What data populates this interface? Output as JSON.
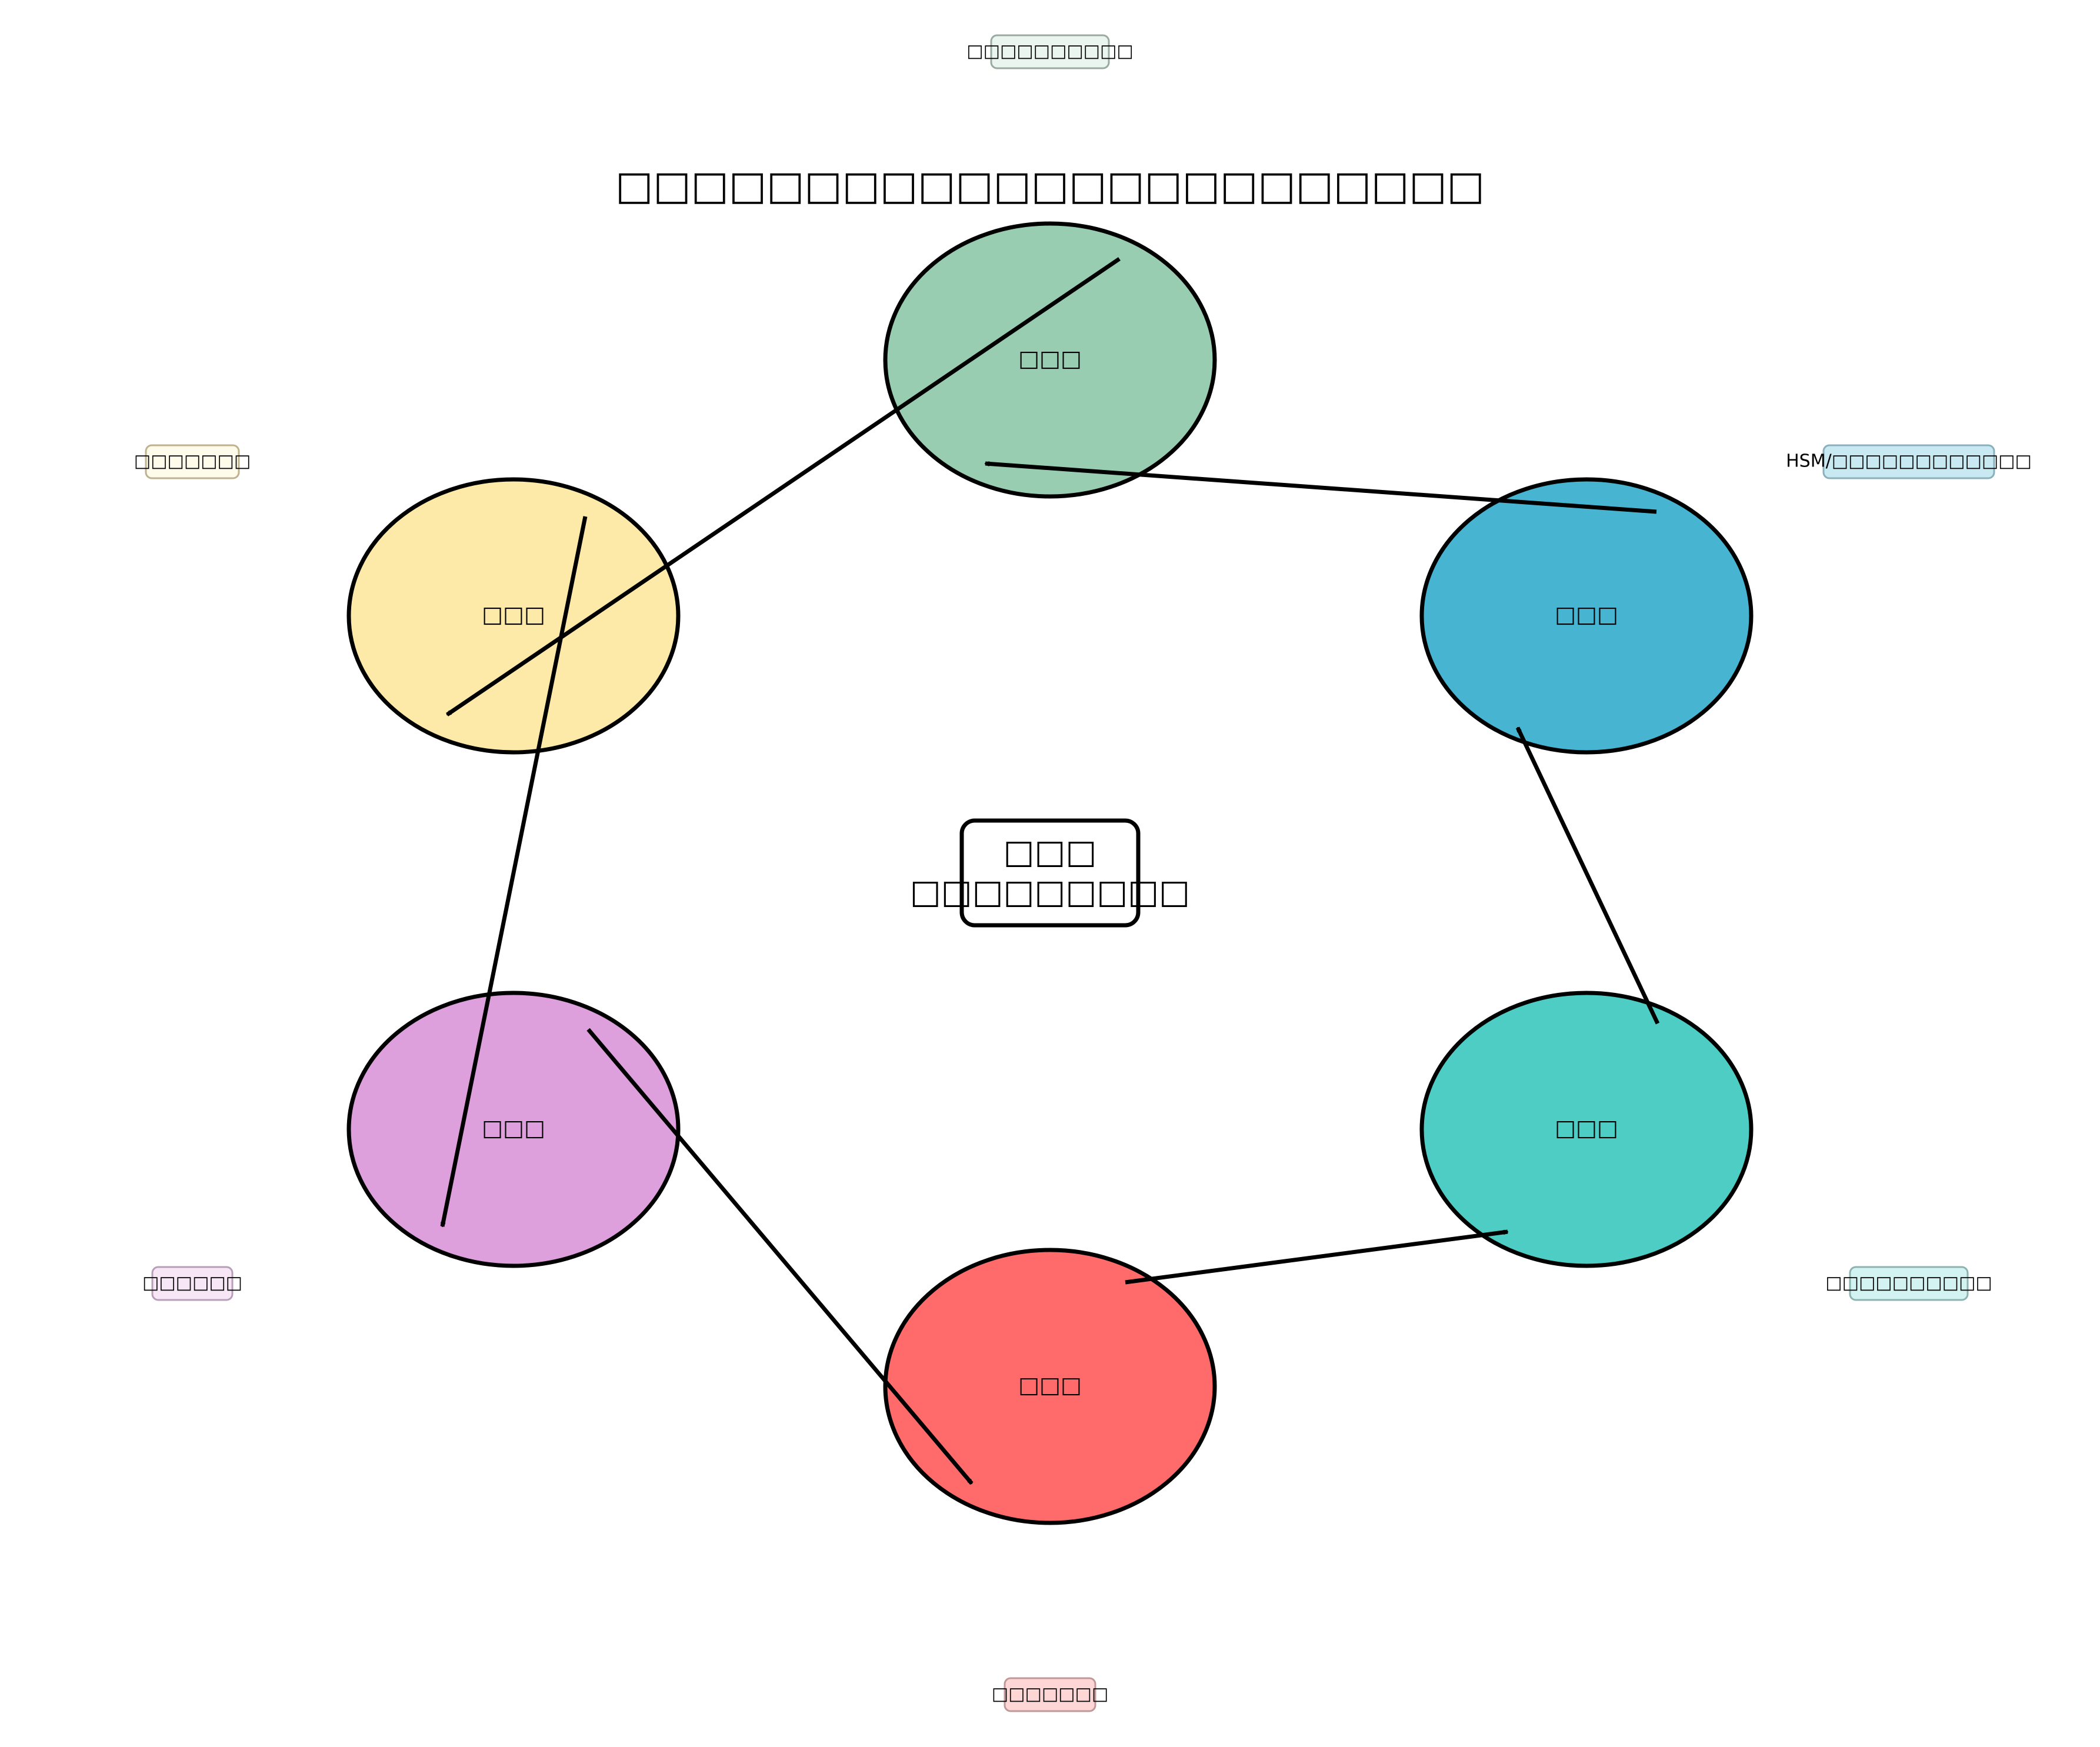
{
  "title": "□□□□□□□□□□□□□□□□□□□□□□□",
  "center": {
    "line1": "□□□",
    "line2": "□□□□□□□□□"
  },
  "stages": [
    {
      "id": "top",
      "label": "□□□",
      "color": "#99cdb2",
      "annotation": "□□□□□□□□□□",
      "annotation_fill": "#eaf5ef",
      "annotation_stroke": "#99aaa0"
    },
    {
      "id": "upper-right",
      "label": "□□□",
      "color": "#47b5d2",
      "annotation": "HSM/□□□□□□□□□□□□",
      "annotation_fill": "#c8e8f2",
      "annotation_stroke": "#8ab0bc"
    },
    {
      "id": "lower-right",
      "label": "□□□",
      "color": "#4ecdc4",
      "annotation": "□□□□□□□□□□",
      "annotation_fill": "#d2f3f1",
      "annotation_stroke": "#8db3b0"
    },
    {
      "id": "bottom",
      "label": "□□□",
      "color": "#ff6b6b",
      "annotation": "□□□□□□□",
      "annotation_fill": "#ffd6d6",
      "annotation_stroke": "#c09898"
    },
    {
      "id": "lower-left",
      "label": "□□□",
      "color": "#dda0dd",
      "annotation": "□□□□□□",
      "annotation_fill": "#f6e6f6",
      "annotation_stroke": "#b89fb8"
    },
    {
      "id": "upper-left",
      "label": "□□□",
      "color": "#feeaa8",
      "annotation": "□□□□□□□",
      "annotation_fill": "#fffbea",
      "annotation_stroke": "#bfb28e"
    }
  ]
}
